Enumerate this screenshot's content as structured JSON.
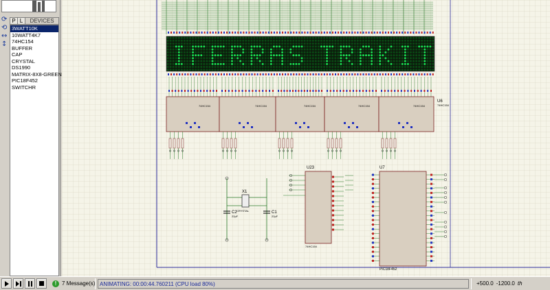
{
  "sidebar": {
    "tabs": [
      "P",
      "L"
    ],
    "title": "DEVICES",
    "devices": [
      "3WATT10K",
      "10WATT4K7",
      "74HC154",
      "BUFFER",
      "CAP",
      "CRYSTAL",
      "DS1990",
      "MATRIX-8X8-GREEN",
      "PIC18F452",
      "SWITCHR"
    ],
    "selected_index": 0
  },
  "canvas": {
    "display_text": "IFERRAS TRAKIT",
    "components": {
      "decoder_right_label": "U6",
      "decoder_chip": "74HC154",
      "decoder2_label": "U23",
      "mcu_label": "U7",
      "mcu_chip": "PIC18F452",
      "crystal_label": "X1",
      "crystal_value": "CRYSTAL",
      "cap1_label": "C2",
      "cap1_value": "22pF",
      "cap2_label": "C1",
      "cap2_value": "22pF"
    }
  },
  "status": {
    "messages": "7 Message(s)",
    "animating": "ANIMATING: 00:00:44.760211 (CPU load 80%)",
    "x": "+500.0",
    "y": "-1200.0",
    "unit": "th"
  },
  "colors": {
    "canvas_bg": "#f5f4e8",
    "grid": "#cfcdb8",
    "chip_fill": "#d9cfc0",
    "chip_border": "#7a2020",
    "led_on": "#18e050",
    "led_off": "#0a4a14",
    "wire": "#2a7a2a",
    "selection": "#0a246a"
  }
}
